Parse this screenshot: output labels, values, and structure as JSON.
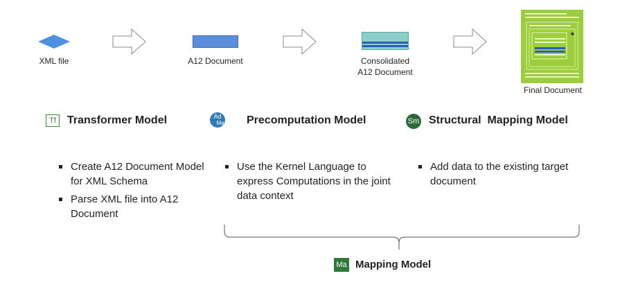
{
  "pipeline": {
    "step1": "XML file",
    "step2": "A12 Document",
    "step3_line1": "Consolidated",
    "step3_line2": "A12 Document",
    "step4": "Final Document",
    "final_doc_marker": "*"
  },
  "models": [
    {
      "badge": "Tf",
      "title": "Transformer Model",
      "bullets": [
        "Create A12 Document Model for XML Schema",
        "Parse XML file into A12 Document"
      ]
    },
    {
      "badge_top": "Ad",
      "badge_bottom": "Ma",
      "title": "Precomputation Model",
      "bullets": [
        "Use the Kernel Language to express Computations in the joint data context"
      ]
    },
    {
      "badge": "Sm",
      "title": "Structural  Mapping Model",
      "bullets": [
        "Add data to the existing target document"
      ]
    }
  ],
  "mapping": {
    "badge": "Ma",
    "title": "Mapping Model"
  },
  "colors": {
    "xml_diamond": "#4f8fe0",
    "a12_doc": "#5b8fdc",
    "consolidated_top": "#8ccfc9",
    "consolidated_bars": "#2d5fb0",
    "final_doc_bg": "#9ccd3c",
    "tf_badge": "#3c8a3c",
    "sm_badge": "#2d6a3a",
    "ma_badge": "#2f7a3a",
    "adma_badge": "#2e7bb5"
  }
}
